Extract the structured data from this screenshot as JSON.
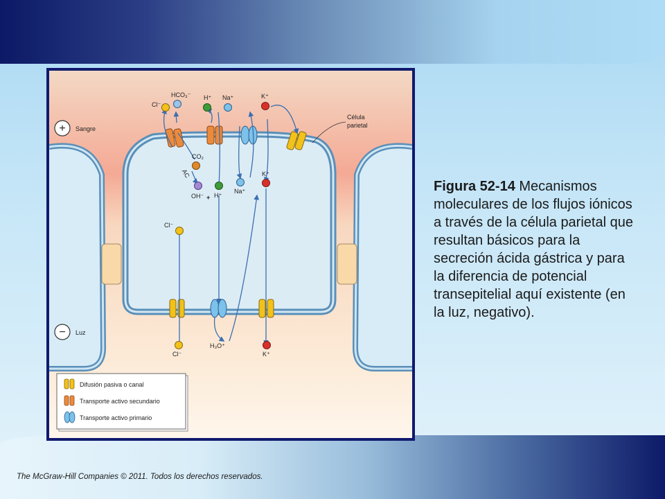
{
  "caption": {
    "label": "Figura 52-14",
    "text": " Mecanismos moleculares de los flujos iónicos a través de la célula parietal que resultan básicos para la secreción ácida gástrica y para la diferencia de potencial transepitelial aquí existente (en la luz, negativo)."
  },
  "footer": "The McGraw-Hill Companies © 2011. Todos los derechos reservados.",
  "diagram": {
    "blood_label": "Sangre",
    "lumen_label": "Luz",
    "plus_sign": "+",
    "minus_sign": "−",
    "cell_label_line1": "Célula",
    "cell_label_line2": "parietal",
    "ac_label": "AC",
    "ions": {
      "cl_top": "Cl⁻",
      "hco3": "HCO₃⁻",
      "h_top": "H⁺",
      "na_top": "Na⁺",
      "k_top": "K⁺",
      "co2": "CO₂",
      "oh": "OH⁻",
      "plus": "+",
      "h_mid": "H⁺",
      "na_mid": "Na⁺",
      "k_mid": "K⁺",
      "cl_mid": "Cl⁻",
      "cl_bottom": "Cl⁻",
      "h3o": "H₃O⁺",
      "k_bottom": "K⁺"
    },
    "ion_colors": {
      "chloride": "#f2c21a",
      "bicarbonate": "#9dc4e4",
      "hydrogen": "#3f9a3a",
      "sodium": "#7cc2ea",
      "potassium": "#d9302b",
      "co2": "#e08a2a",
      "hydroxide": "#a48ad0"
    },
    "legend": [
      {
        "label": "Difusión pasiva o canal",
        "color": "#f2c21a"
      },
      {
        "label": "Transporte activo secundario",
        "color": "#ec8a3c"
      },
      {
        "label": "Transporte activo primario",
        "color": "#7cc2ea"
      }
    ]
  }
}
